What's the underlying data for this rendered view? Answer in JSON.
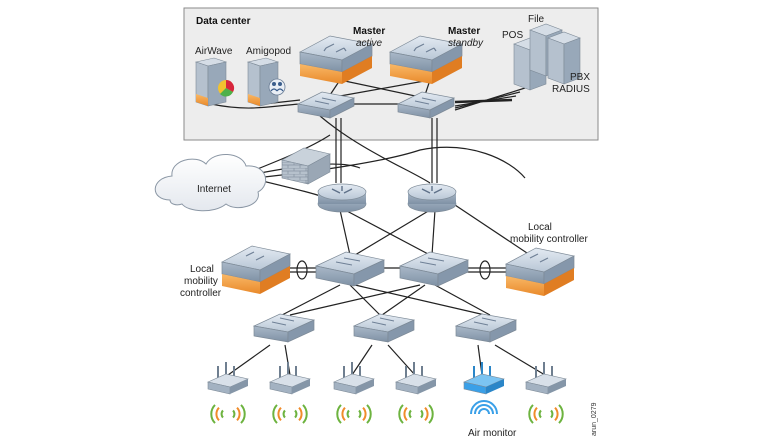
{
  "datacenter": {
    "title": "Data center"
  },
  "servers": {
    "airwave": "AirWave",
    "amigopod": "Amigopod"
  },
  "master_active": {
    "name": "Master",
    "state": "active"
  },
  "master_standby": {
    "name": "Master",
    "state": "standby"
  },
  "server_group": {
    "file": "File",
    "pos": "POS",
    "pbx": "PBX",
    "radius": "RADIUS"
  },
  "internet": {
    "label": "Internet"
  },
  "local_left": {
    "line1": "Local",
    "line2": "mobility",
    "line3": "controller"
  },
  "local_right": {
    "line1": "Local",
    "line2": "mobility controller"
  },
  "air_monitor": {
    "label": "Air monitor"
  },
  "figure_id": "arun_0279",
  "colors": {
    "device_top": "#c6d3e0",
    "device_side": "#9fb0c2",
    "controller_base": "#f5a44a",
    "air_monitor": "#3aa0e8",
    "wave_green": "#6db33f",
    "wave_orange": "#f08c2a",
    "wave_blue": "#3aa0e8"
  }
}
